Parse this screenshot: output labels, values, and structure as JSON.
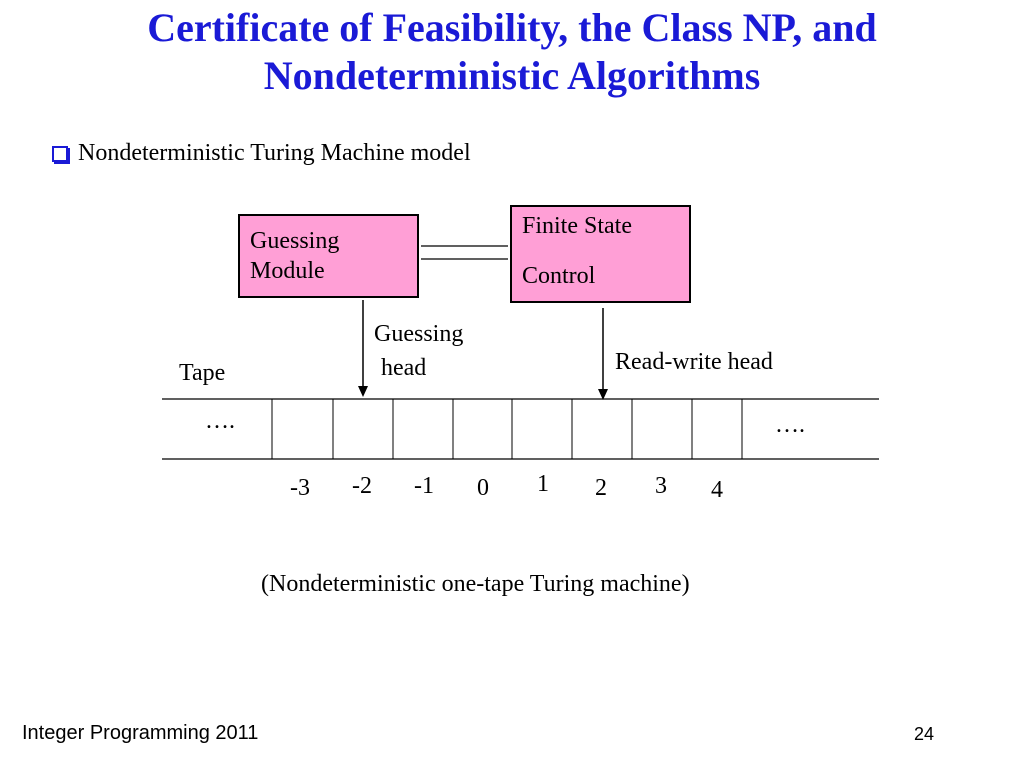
{
  "slide": {
    "title": "Certificate of Feasibility, the Class NP, and Nondeterministic Algorithms",
    "bullet": "Nondeterministic Turing Machine model",
    "caption": "(Nondeterministic one-tape Turing machine)",
    "footer_left": "Integer Programming 2011",
    "page_number": "24"
  },
  "diagram": {
    "guessing_module": [
      "Guessing",
      "Module"
    ],
    "finite_state_control": [
      "Finite State",
      "Control"
    ],
    "guessing_head": [
      "Guessing",
      "head"
    ],
    "read_write_head": "Read-write head",
    "tape_label": "Tape",
    "ellipsis_left": "….",
    "ellipsis_right": "….",
    "cell_indices": [
      "-3",
      "-2",
      "-1",
      "0",
      "1",
      "2",
      "3",
      "4"
    ]
  },
  "colors": {
    "title": "#1a1ad6",
    "module_fill": "#ff9fd6"
  }
}
